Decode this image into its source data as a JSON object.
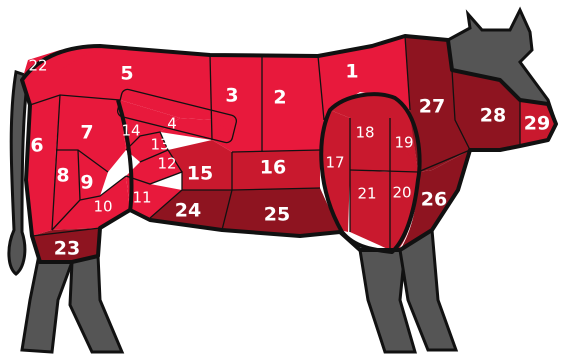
{
  "colors": {
    "bright_red": "#E8193C",
    "medium_red": "#C9192E",
    "dark_red": "#8E1420",
    "grey_limbs": "#555555",
    "outline": "#111111"
  },
  "cut_labels": {
    "c1": "1",
    "c2": "2",
    "c3": "3",
    "c4": "4",
    "c5": "5",
    "c6": "6",
    "c7": "7",
    "c8": "8",
    "c9": "9",
    "c10": "10",
    "c11": "11",
    "c12": "12",
    "c13": "13",
    "c14": "14",
    "c15": "15",
    "c16": "16",
    "c17": "17",
    "c18": "18",
    "c19": "19",
    "c20": "20",
    "c21": "21",
    "c22": "22",
    "c23": "23",
    "c24": "24",
    "c25": "25",
    "c26": "26",
    "c27": "27",
    "c28": "28",
    "c29": "29"
  }
}
